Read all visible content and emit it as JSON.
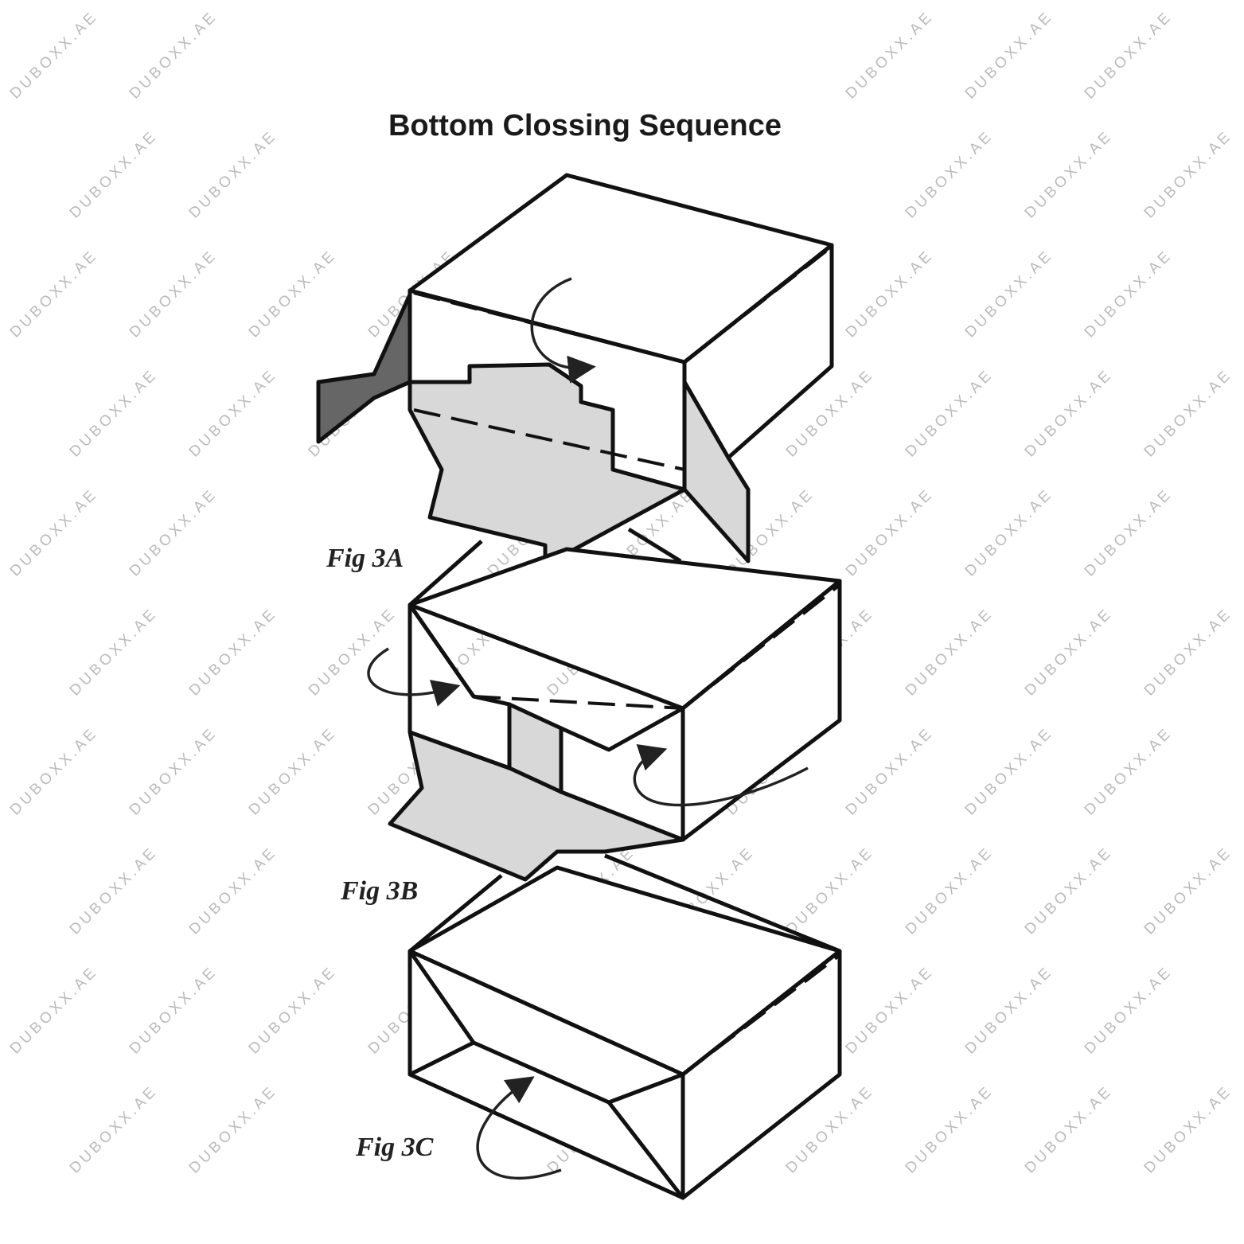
{
  "title": "Bottom Clossing Sequence",
  "figures": [
    {
      "label": "Fig 3A"
    },
    {
      "label": "Fig 3B"
    },
    {
      "label": "Fig 3C"
    }
  ],
  "watermark": "DUBOXX.AE"
}
